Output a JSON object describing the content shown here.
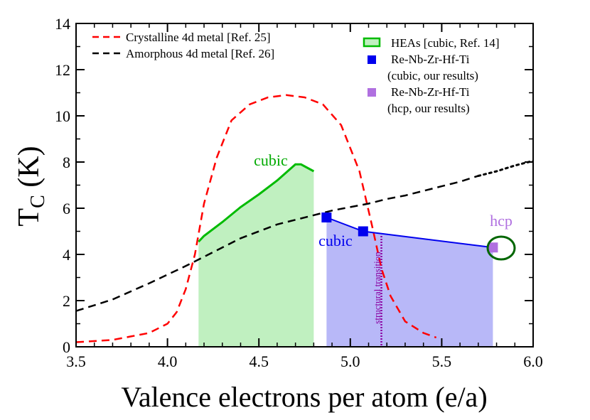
{
  "chart_data": {
    "type": "line",
    "xlabel": "Valence electrons per atom (e/a)",
    "ylabel_main": "T",
    "ylabel_sub": "C",
    "ylabel_unit": " (K)",
    "xlim": [
      3.5,
      6.0
    ],
    "ylim": [
      0,
      14
    ],
    "x_ticks": [
      "3.5",
      "4.0",
      "4.5",
      "5.0",
      "5.5",
      "6.0"
    ],
    "y_ticks": [
      "0",
      "2",
      "4",
      "6",
      "8",
      "10",
      "12",
      "14"
    ],
    "grid": false,
    "legend_left": [
      {
        "label": "Crystalline 4d metal [Ref. 25]",
        "color": "#ff0000",
        "style": "dashed"
      },
      {
        "label": "Amorphous 4d metal [Ref. 26]",
        "color": "#000000",
        "style": "dashed"
      }
    ],
    "legend_right": [
      {
        "label": "HEAs [cubic, Ref. 14]",
        "color": "#00bb00",
        "fill": "#c0f0c0",
        "marker": "box"
      },
      {
        "label": "Re-Nb-Zr-Hf-Ti",
        "label2": "(cubic, our results)",
        "color": "#0000ee",
        "marker": "square"
      },
      {
        "label": "Re-Nb-Zr-Hf-Ti",
        "label2": "(hcp, our results)",
        "color": "#b070e0",
        "marker": "square"
      }
    ],
    "annotations": {
      "cubic_green": "cubic",
      "cubic_blue": "cubic",
      "hcp": "hcp",
      "structural": "structural transition"
    },
    "series": [
      {
        "name": "Crystalline 4d metal [Ref. 25]",
        "color": "#ff0000",
        "style": "dashed",
        "x": [
          3.5,
          3.7,
          3.8,
          3.9,
          4.0,
          4.05,
          4.1,
          4.15,
          4.2,
          4.27,
          4.35,
          4.45,
          4.55,
          4.65,
          4.75,
          4.85,
          4.95,
          5.05,
          5.12,
          5.17,
          5.22,
          5.3,
          5.4,
          5.47
        ],
        "y": [
          0.2,
          0.3,
          0.45,
          0.6,
          1.0,
          1.5,
          2.5,
          4.0,
          6.2,
          8.2,
          9.8,
          10.5,
          10.8,
          10.9,
          10.8,
          10.5,
          9.6,
          7.6,
          5.2,
          3.4,
          2.2,
          1.1,
          0.6,
          0.4
        ]
      },
      {
        "name": "Amorphous 4d metal [Ref. 26]",
        "color": "#000000",
        "style": "dashed",
        "x": [
          3.5,
          3.7,
          3.9,
          4.1,
          4.2,
          4.3,
          4.4,
          4.5,
          4.6,
          4.7,
          4.8,
          4.9,
          5.0,
          5.1,
          5.2,
          5.3,
          5.4,
          5.5,
          5.6,
          5.7
        ],
        "y": [
          1.55,
          2.05,
          2.75,
          3.5,
          3.9,
          4.3,
          4.7,
          5.0,
          5.3,
          5.5,
          5.7,
          5.9,
          6.05,
          6.2,
          6.4,
          6.55,
          6.75,
          6.95,
          7.15,
          7.4
        ]
      },
      {
        "name": "Amorphous extension",
        "color": "#000000",
        "style": "dotted",
        "x": [
          5.7,
          5.8,
          5.9,
          6.0
        ],
        "y": [
          7.4,
          7.6,
          7.85,
          8.05
        ]
      },
      {
        "name": "HEAs [cubic, Ref. 14]",
        "color": "#00bb00",
        "fill": "#c0f0c0",
        "x": [
          4.17,
          4.2,
          4.3,
          4.4,
          4.5,
          4.6,
          4.7,
          4.73,
          4.8
        ],
        "y": [
          4.55,
          4.8,
          5.4,
          6.05,
          6.6,
          7.2,
          7.9,
          7.9,
          7.6
        ]
      },
      {
        "name": "Re-Nb-Zr-Hf-Ti (cubic, our results)",
        "color": "#0000ee",
        "fill": "#b8b8f8",
        "x": [
          4.87,
          5.07,
          5.78
        ],
        "y": [
          5.6,
          5.0,
          4.3
        ]
      },
      {
        "name": "Re-Nb-Zr-Hf-Ti (hcp, our results)",
        "color": "#b070e0",
        "x": [
          5.78
        ],
        "y": [
          4.3
        ]
      }
    ],
    "structural_transition_x": 5.17
  }
}
